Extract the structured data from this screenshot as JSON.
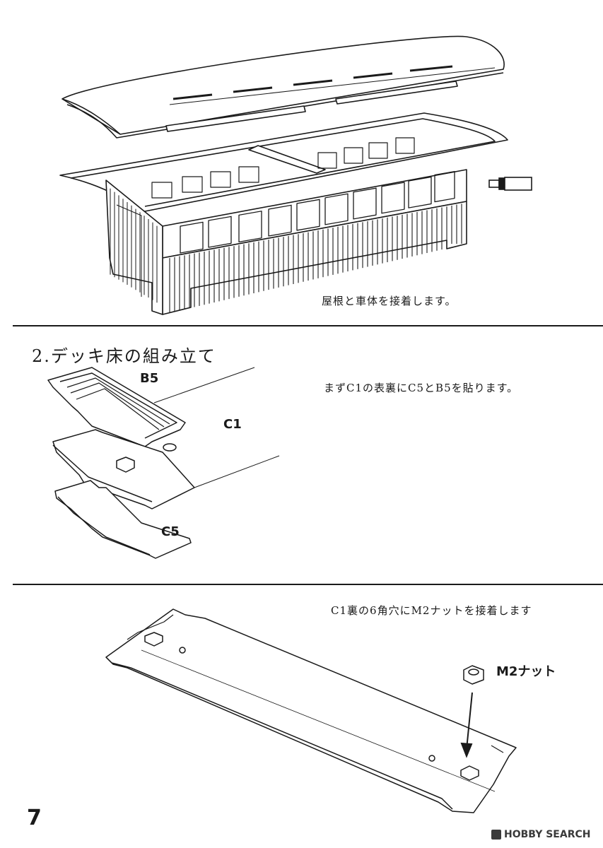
{
  "section1": {
    "caption": "屋根と車体を接着します。"
  },
  "section2": {
    "heading": "2.デッキ床の組み立て",
    "caption": "まずC1の表裏にC5とB5を貼ります。",
    "labels": {
      "b5": "B5",
      "c1": "C1",
      "c5": "C5"
    }
  },
  "section3": {
    "caption": "C1裏の6角穴にM2ナットを接着します",
    "nut_label": "M2ナット"
  },
  "footer": {
    "page_number": "7",
    "watermark": "HOBBY SEARCH"
  }
}
